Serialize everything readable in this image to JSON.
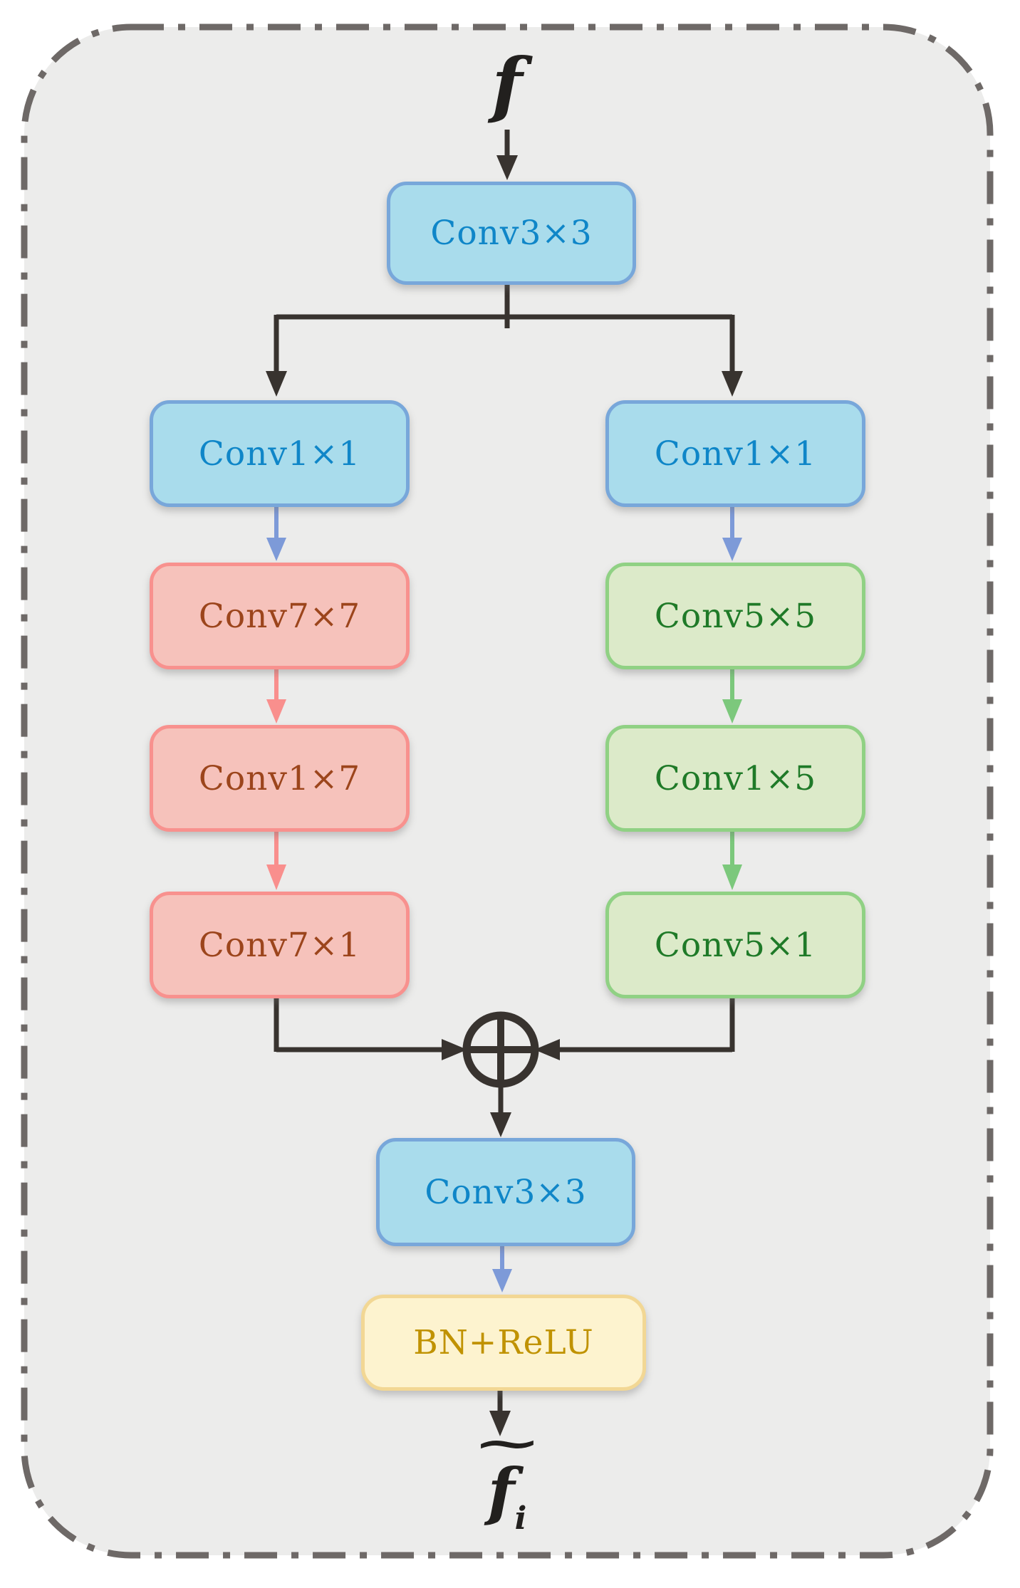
{
  "figure": {
    "labels": {
      "input": "f",
      "output_accent": "~",
      "output_base": "f",
      "output_subscript": "i"
    },
    "merge_operator": "⊕",
    "nodes": {
      "conv3x3_top": {
        "label": "Conv3×3",
        "style": "blue"
      },
      "conv1x1_left": {
        "label": "Conv1×1",
        "style": "blue"
      },
      "conv1x1_right": {
        "label": "Conv1×1",
        "style": "blue"
      },
      "conv7x7": {
        "label": "Conv7×7",
        "style": "red"
      },
      "conv1x7": {
        "label": "Conv1×7",
        "style": "red"
      },
      "conv7x1": {
        "label": "Conv7×1",
        "style": "red"
      },
      "conv5x5": {
        "label": "Conv5×5",
        "style": "green"
      },
      "conv1x5": {
        "label": "Conv1×5",
        "style": "green"
      },
      "conv5x1": {
        "label": "Conv5×1",
        "style": "green"
      },
      "conv3x3_bottom": {
        "label": "Conv3×3",
        "style": "blue"
      },
      "bn_relu": {
        "label": "BN+ReLU",
        "style": "yellow"
      }
    },
    "colors": {
      "blue_fill": "#a9dcec",
      "blue_border": "#78a7da",
      "blue_text": "#0f86c8",
      "red_fill": "#f6c2bb",
      "red_border": "#f8918e",
      "red_text": "#9c451c",
      "green_fill": "#dceac9",
      "green_border": "#90d184",
      "green_text": "#1f7a28",
      "yellow_fill": "#fdf3cf",
      "yellow_border": "#f2d794",
      "yellow_text": "#c09200",
      "line_dark": "#38332f",
      "arrow_blue": "#7d9ad8",
      "arrow_pink": "#f98f8d",
      "arrow_green": "#7cc87c",
      "panel_bg": "#ececeb",
      "panel_border": "#6e6967"
    }
  }
}
